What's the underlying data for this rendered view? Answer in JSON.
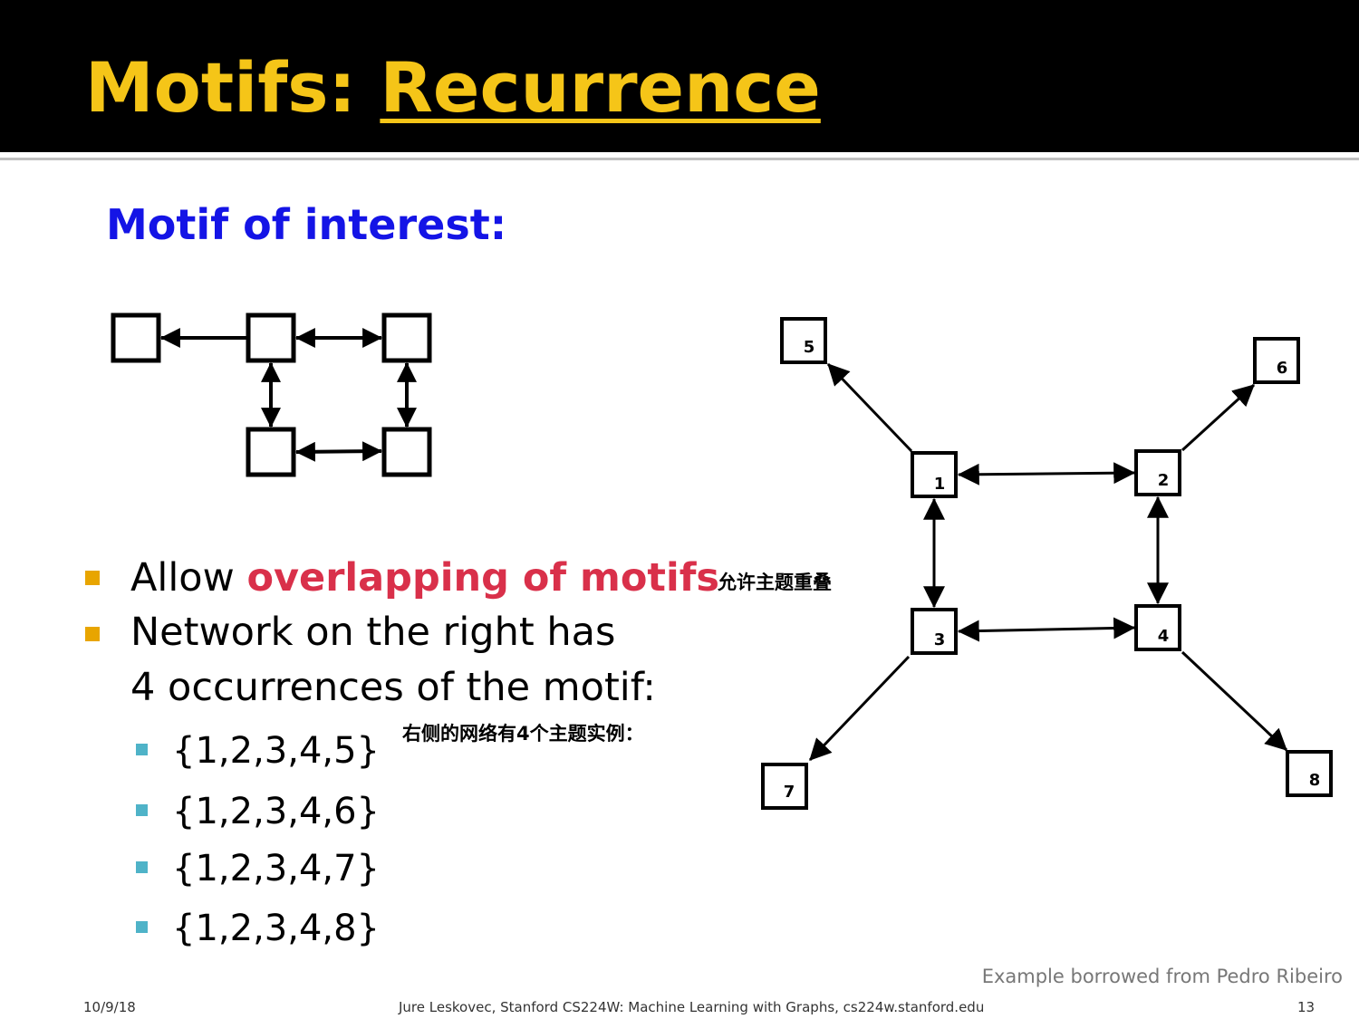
{
  "slide": {
    "title_prefix": "Motifs: ",
    "title_highlight": "Recurrence",
    "subheading": "Motif of interest:",
    "bullets": [
      {
        "text": "Allow ",
        "highlight": "overlapping of motifs",
        "note": "允许主题重叠"
      },
      {
        "line1": "Network on the right has",
        "line2": "4 occurrences of the motif:",
        "note": "右侧的网络有4个主题实例："
      }
    ],
    "occurrences": [
      "{1,2,3,4,5}",
      "{1,2,3,4,6}",
      "{1,2,3,4,7}",
      "{1,2,3,4,8}"
    ],
    "credit": "Example borrowed from Pedro Ribeiro",
    "footer": {
      "date": "10/9/18",
      "center": "Jure Leskovec, Stanford CS224W: Machine Learning with Graphs, cs224w.stanford.edu",
      "page": "13"
    },
    "colors": {
      "title": "#f5c518",
      "subheading": "#1414e6",
      "highlight": "#d9304a",
      "bullet": "#e8a500",
      "sub_bullet": "#4fb3c8"
    }
  },
  "network": {
    "nodes": [
      "1",
      "2",
      "3",
      "4",
      "5",
      "6",
      "7",
      "8"
    ]
  }
}
